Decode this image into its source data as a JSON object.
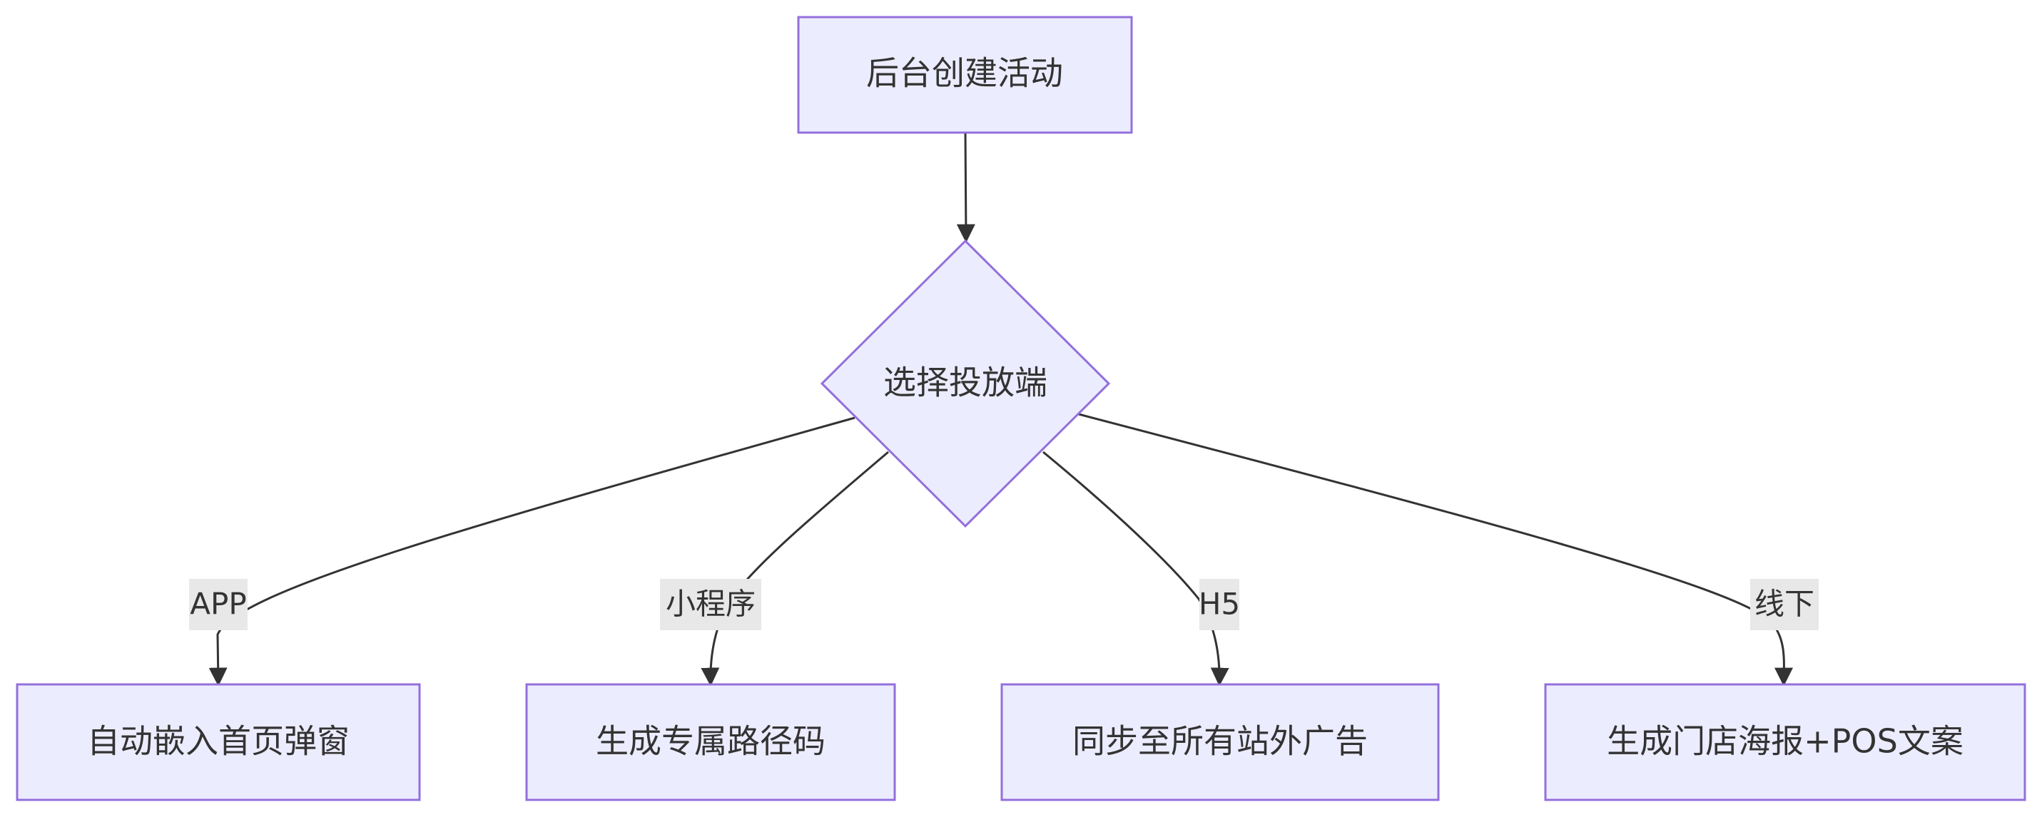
{
  "nodes": {
    "start": {
      "label": "后台创建活动"
    },
    "decision": {
      "label": "选择投放端"
    },
    "app_target": {
      "label": "自动嵌入首页弹窗"
    },
    "mini_target": {
      "label": "生成专属路径码"
    },
    "h5_target": {
      "label": "同步至所有站外广告"
    },
    "offline_target": {
      "label": "生成门店海报+POS文案"
    }
  },
  "edges": {
    "app": {
      "label": "APP"
    },
    "mini": {
      "label": "小程序"
    },
    "h5": {
      "label": "H5"
    },
    "offline": {
      "label": "线下"
    }
  },
  "colors": {
    "node_fill": "#ECECFF",
    "node_stroke": "#9370DB",
    "edge": "#333333",
    "label_bg": "#e8e8e8",
    "text": "#333333"
  }
}
